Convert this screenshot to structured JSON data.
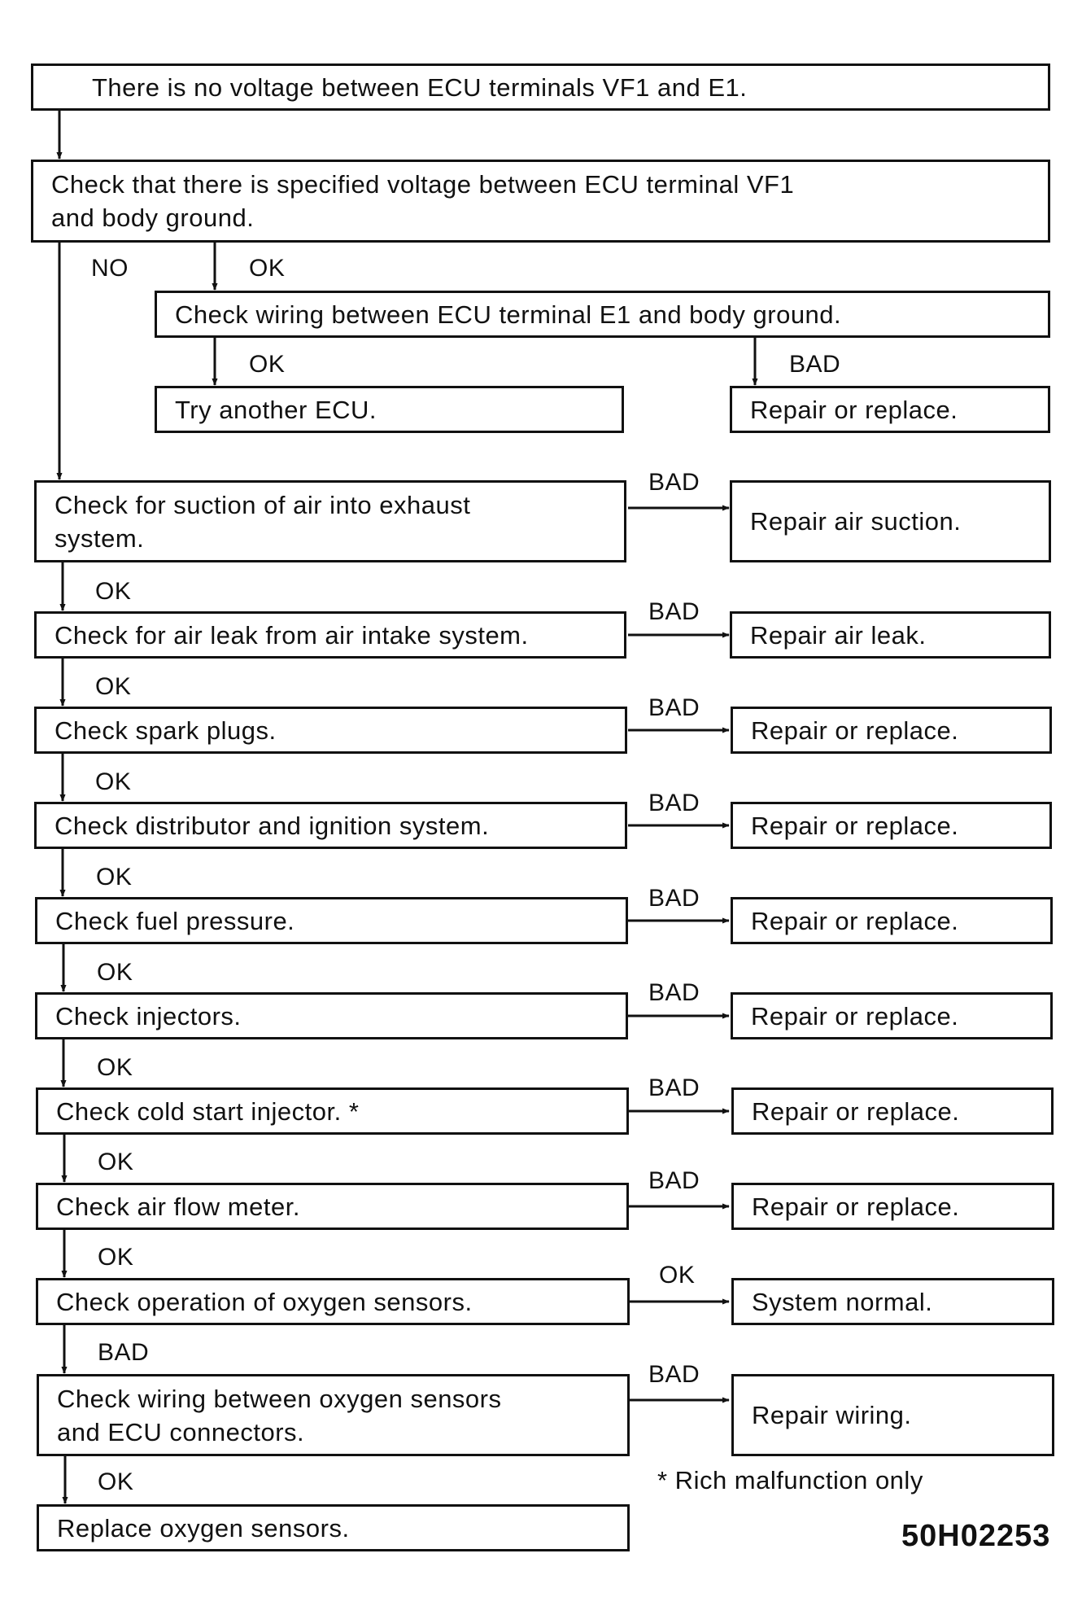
{
  "nodes": {
    "n_start": "There is no voltage between ECU terminals VF1 and E1.",
    "n_vf1": "Check that there is specified voltage between ECU terminal VF1\nand body ground.",
    "n_e1": "Check wiring between ECU terminal E1 and body ground.",
    "n_ecu": "Try another ECU.",
    "n_rep1": "Repair or replace.",
    "n_suction": "Check for suction of air into exhaust\nsystem.",
    "n_rep_suction": "Repair air suction.",
    "n_leak": "Check for air leak from air intake system.",
    "n_rep_leak": "Repair air leak.",
    "n_spark": "Check spark plugs.",
    "n_rep_spark": "Repair or replace.",
    "n_dist": "Check distributor and ignition system.",
    "n_rep_dist": "Repair or replace.",
    "n_fuel": "Check fuel pressure.",
    "n_rep_fuel": "Repair or replace.",
    "n_inj": "Check injectors.",
    "n_rep_inj": "Repair or replace.",
    "n_cold": "Check cold start injector.        *",
    "n_rep_cold": "Repair or replace.",
    "n_afm": "Check air flow meter.",
    "n_rep_afm": "Repair or replace.",
    "n_oxy": "   Check operation of oxygen sensors.",
    "n_normal": "System normal.",
    "n_wiring": "Check wiring between oxygen sensors\nand ECU connectors.",
    "n_rep_wiring": "Repair wiring.",
    "n_replace": "Replace oxygen sensors."
  },
  "labels": {
    "l_no": "NO",
    "l_ok_vf1": "OK",
    "l_ok_e1": "OK",
    "l_bad_e1": "BAD",
    "l_bad_suction": "BAD",
    "l_ok_suction": "OK",
    "l_bad_leak": "BAD",
    "l_ok_leak": "OK",
    "l_bad_spark": "BAD",
    "l_ok_spark": "OK",
    "l_bad_dist": "BAD",
    "l_ok_dist": "OK",
    "l_bad_fuel": "BAD",
    "l_ok_fuel": "OK",
    "l_bad_inj": "BAD",
    "l_ok_inj": "OK",
    "l_bad_cold": "BAD",
    "l_ok_cold": "OK",
    "l_bad_afm": "BAD",
    "l_ok_afm": "OK",
    "l_ok_oxy": "OK",
    "l_bad_oxy": "BAD",
    "l_bad_wiring": "BAD",
    "l_ok_wiring": "OK"
  },
  "footnote": "* Rich malfunction only",
  "figure_code": "50H02253",
  "colors": {
    "ink": "#111111",
    "paper": "#ffffff"
  }
}
